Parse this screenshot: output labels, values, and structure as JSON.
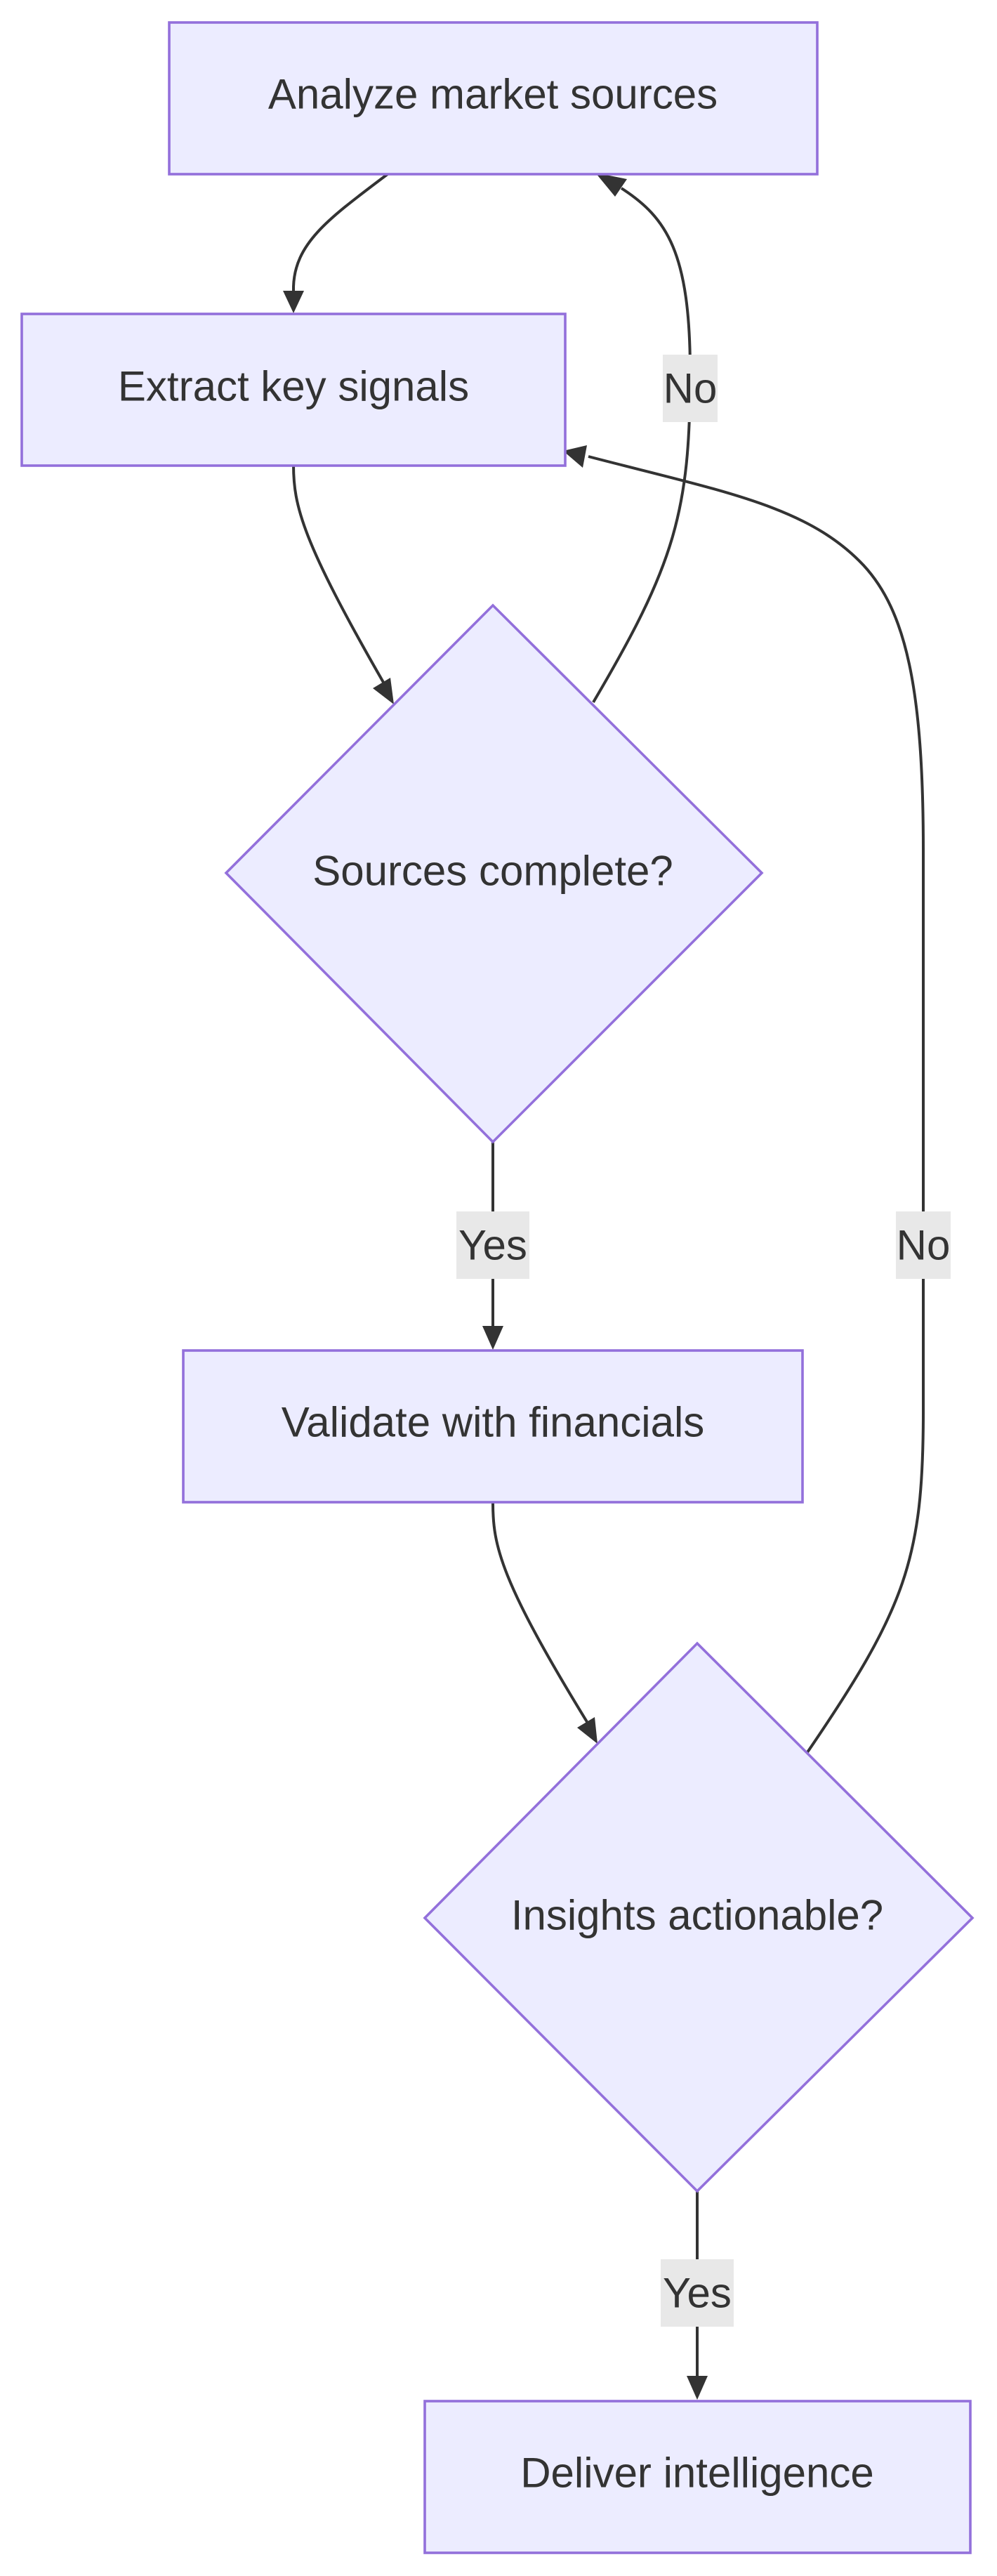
{
  "diagram": {
    "type": "flowchart",
    "colors": {
      "node_fill": "#ececff",
      "node_stroke": "#9370db",
      "edge": "#333333",
      "label_background": "#e8e8e8",
      "text": "#333333"
    },
    "nodes": {
      "analyze": {
        "label": "Analyze market sources",
        "shape": "rectangle"
      },
      "extract": {
        "label": "Extract key signals",
        "shape": "rectangle"
      },
      "sources_check": {
        "label": "Sources complete?",
        "shape": "diamond"
      },
      "validate": {
        "label": "Validate with financials",
        "shape": "rectangle"
      },
      "insights_check": {
        "label": "Insights actionable?",
        "shape": "diamond"
      },
      "deliver": {
        "label": "Deliver intelligence",
        "shape": "rectangle"
      }
    },
    "edges": [
      {
        "from": "analyze",
        "to": "extract",
        "label": ""
      },
      {
        "from": "extract",
        "to": "sources_check",
        "label": ""
      },
      {
        "from": "sources_check",
        "to": "analyze",
        "label": "No"
      },
      {
        "from": "sources_check",
        "to": "validate",
        "label": "Yes"
      },
      {
        "from": "validate",
        "to": "insights_check",
        "label": ""
      },
      {
        "from": "insights_check",
        "to": "extract",
        "label": "No"
      },
      {
        "from": "insights_check",
        "to": "deliver",
        "label": "Yes"
      }
    ]
  }
}
